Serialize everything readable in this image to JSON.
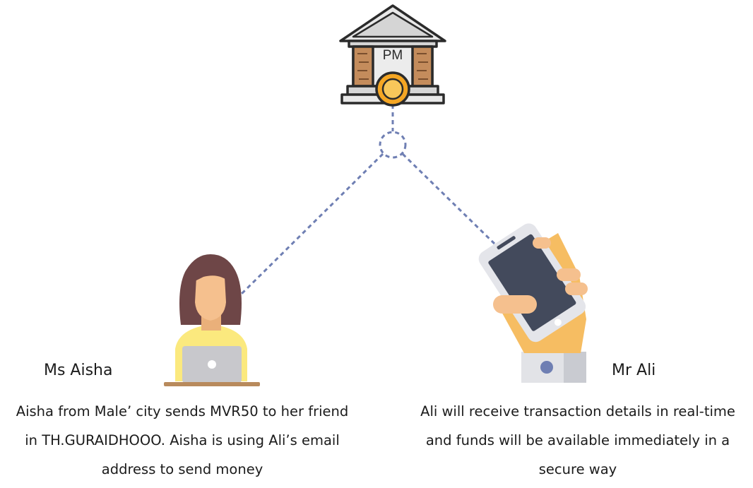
{
  "bank": {
    "label": "PM",
    "icon": "bank-building-icon"
  },
  "sender": {
    "name": "Ms Aisha",
    "icon": "woman-laptop-icon",
    "description_lines": [
      "Aisha from Male’ city sends MVR50 to her friend",
      "in TH.GURAIDHOOO.  Aisha is using Ali’s email",
      "address to send money"
    ]
  },
  "receiver": {
    "name": "Mr Ali",
    "icon": "hand-phone-icon",
    "description_lines": [
      "Ali will receive transaction details in real-time",
      "and funds will be available immediately in a",
      "secure way"
    ]
  },
  "colors": {
    "connector": "#6f7fb3",
    "skin": "#f5c08e",
    "hair": "#6e4647",
    "shirt": "#fbe97e",
    "laptop": "#c8c8cc",
    "phone_screen": "#434a5c",
    "coin_outer": "#f5a623",
    "bank_roof": "#e6e6e6",
    "column": "#c48c5c"
  }
}
